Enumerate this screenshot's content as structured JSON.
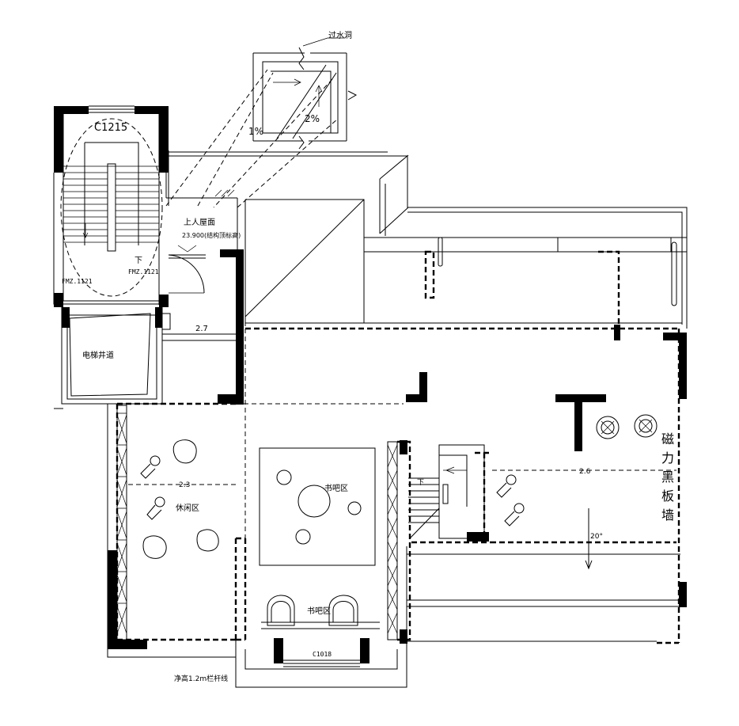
{
  "labels": {
    "overflow_hole": "过水洞",
    "slope_1": "1%",
    "slope_2": "2%",
    "window_c1215": "C1215",
    "roof_access": "上人屋面",
    "roof_elevation": "23.900(结构顶标高)",
    "stair_down_1": "下",
    "stair_down_2": "下",
    "door_fmz1121_a": "FMZ.1121",
    "door_fmz1121_b": "FMZ.1121",
    "elevator_shaft": "电梯井道",
    "height_27": "2.7",
    "height_23": "2.3",
    "height_26": "2.6",
    "zone_leisure": "休闲区",
    "zone_bar": "书吧区",
    "zone_bar_2": "书吧区",
    "angle_20": "20°",
    "window_c1018": "C1018",
    "railing_note": "净高1.2m栏杆线",
    "wall_chars": [
      "磁",
      "力",
      "黑",
      "板",
      "墙"
    ]
  }
}
